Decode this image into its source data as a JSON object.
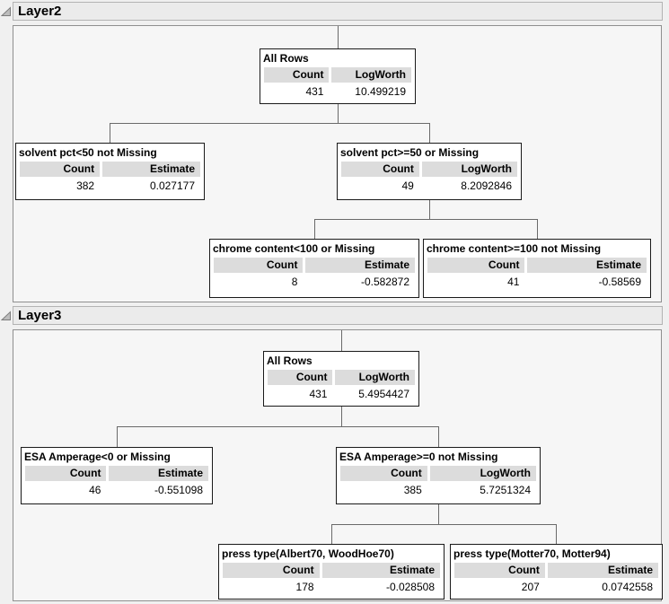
{
  "icons": {
    "disclosure": "gray triangle pointing lower-right (outline expanded)"
  },
  "colors": {
    "panel_bg": "#f6f6f6",
    "header_bg": "#ebebeb",
    "cell_header_bg": "#dcdcdc",
    "node_border": "#1a1a1a",
    "connector": "#6a6a6a"
  },
  "sections": [
    {
      "title": "Layer2",
      "nodes": [
        {
          "title": "All Rows",
          "columns": [
            "Count",
            "LogWorth"
          ],
          "values": [
            "431",
            "10.499219"
          ]
        },
        {
          "title": "solvent pct<50 not Missing",
          "columns": [
            "Count",
            "Estimate"
          ],
          "values": [
            "382",
            "0.027177"
          ]
        },
        {
          "title": "solvent pct>=50 or Missing",
          "columns": [
            "Count",
            "LogWorth"
          ],
          "values": [
            "49",
            "8.2092846"
          ]
        },
        {
          "title": "chrome content<100 or Missing",
          "columns": [
            "Count",
            "Estimate"
          ],
          "values": [
            "8",
            "-0.582872"
          ]
        },
        {
          "title": "chrome content>=100 not Missing",
          "columns": [
            "Count",
            "Estimate"
          ],
          "values": [
            "41",
            "-0.58569"
          ]
        }
      ]
    },
    {
      "title": "Layer3",
      "nodes": [
        {
          "title": "All Rows",
          "columns": [
            "Count",
            "LogWorth"
          ],
          "values": [
            "431",
            "5.4954427"
          ]
        },
        {
          "title": "ESA Amperage<0 or Missing",
          "columns": [
            "Count",
            "Estimate"
          ],
          "values": [
            "46",
            "-0.551098"
          ]
        },
        {
          "title": "ESA Amperage>=0 not Missing",
          "columns": [
            "Count",
            "LogWorth"
          ],
          "values": [
            "385",
            "5.7251324"
          ]
        },
        {
          "title": "press type(Albert70, WoodHoe70)",
          "columns": [
            "Count",
            "Estimate"
          ],
          "values": [
            "178",
            "-0.028508"
          ]
        },
        {
          "title": "press type(Motter70, Motter94)",
          "columns": [
            "Count",
            "Estimate"
          ],
          "values": [
            "207",
            "0.0742558"
          ]
        }
      ]
    }
  ]
}
